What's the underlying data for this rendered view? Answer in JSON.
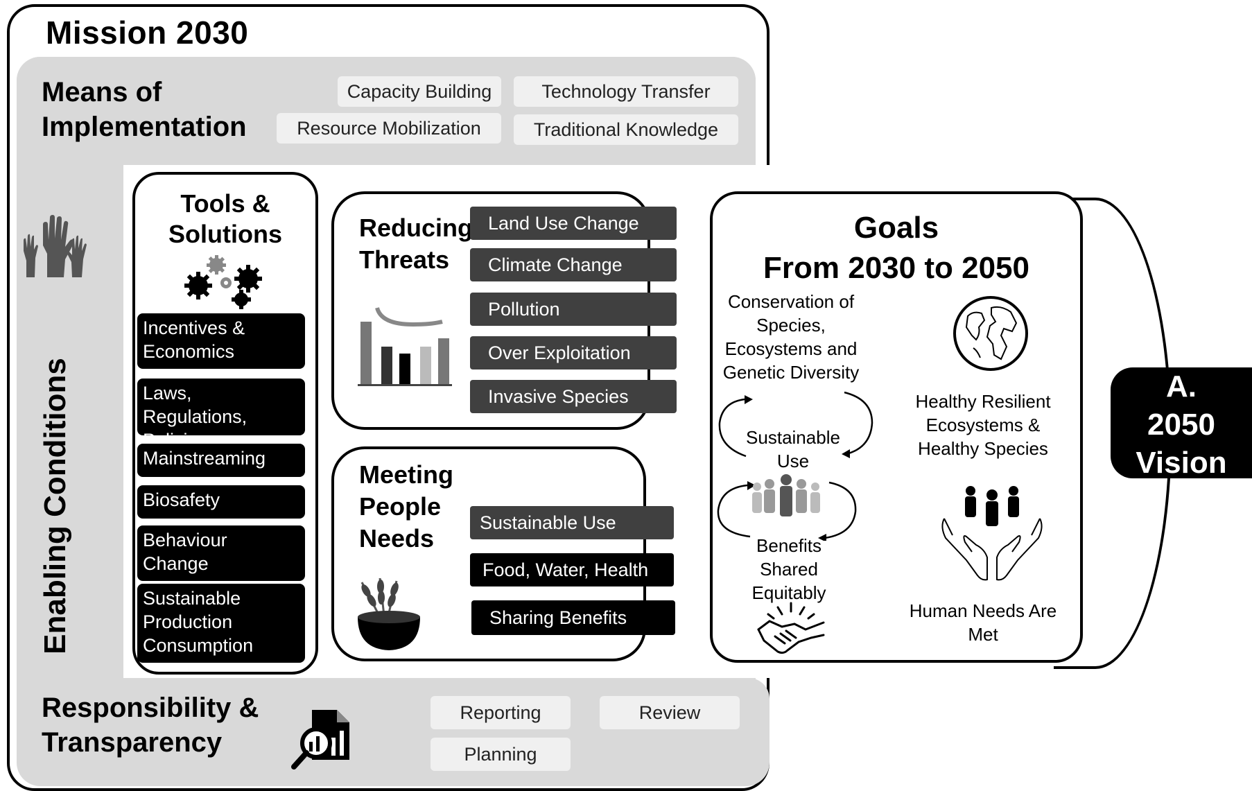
{
  "mission": {
    "title": "Mission 2030"
  },
  "means": {
    "title_line1": "Means of",
    "title_line2": "Implementation",
    "chips": [
      "Capacity Building",
      "Technology Transfer",
      "Resource Mobilization",
      "Traditional Knowledge"
    ]
  },
  "enabling": {
    "label": "Enabling Conditions",
    "icon": "raised-hands-icon"
  },
  "tools": {
    "title_line1": "Tools &",
    "title_line2": "Solutions",
    "icon": "gears-icon",
    "items": [
      {
        "line1": "Incentives &",
        "line2": "Economics"
      },
      {
        "line1": "Laws, Regulations,",
        "line2": "Policies"
      },
      {
        "line1": "Mainstreaming"
      },
      {
        "line1": "Biosafety"
      },
      {
        "line1": "Behaviour",
        "line2": "Change"
      },
      {
        "line1": "Sustainable",
        "line2": "Production",
        "line3": "Consumption"
      }
    ]
  },
  "threats": {
    "title_line1": "Reducing",
    "title_line2": "Threats",
    "icon": "declining-bar-chart-icon",
    "items": [
      "Land Use Change",
      "Climate Change",
      "Pollution",
      "Over Exploitation",
      "Invasive Species"
    ]
  },
  "needs": {
    "title_line1": "Meeting",
    "title_line2": "People",
    "title_line3": "Needs",
    "icon": "grain-bowl-icon",
    "items": [
      "Sustainable Use",
      "Food, Water, Health",
      "Sharing Benefits"
    ]
  },
  "responsibility": {
    "title_line1": "Responsibility &",
    "title_line2": "Transparency",
    "icon": "magnifier-report-icon",
    "chips": [
      "Reporting",
      "Review",
      "Planning"
    ]
  },
  "goals": {
    "title_line1": "Goals",
    "title_line2": "From 2030 to 2050",
    "conservation": [
      "Conservation of",
      "Species,",
      "Ecosystems and",
      "Genetic Diversity"
    ],
    "sustainable_use": [
      "Sustainable",
      "Use"
    ],
    "benefits": [
      "Benefits",
      "Shared",
      "Equitably"
    ],
    "healthy": [
      "Healthy Resilient",
      "Ecosystems &",
      "Healthy Species"
    ],
    "human_needs": [
      "Human Needs Are",
      "Met"
    ],
    "icons": [
      "globe-icon",
      "people-group-icon",
      "hands-holding-people-icon",
      "handshake-icon",
      "cycle-arrows-icon"
    ]
  },
  "vision": {
    "line1": "A.",
    "line2": "2050",
    "line3": "Vision"
  }
}
